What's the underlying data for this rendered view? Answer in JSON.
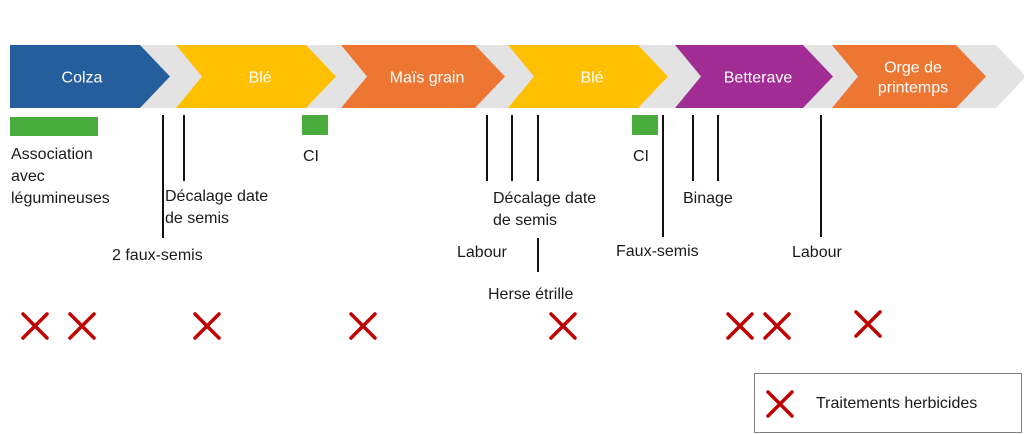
{
  "stages": [
    {
      "label": "Colza",
      "color": "#245e9c"
    },
    {
      "label": "Blé",
      "color": "#fec000"
    },
    {
      "label": "Maïs grain",
      "color": "#ec7632"
    },
    {
      "label": "Blé",
      "color": "#fec000"
    },
    {
      "label": "Betterave",
      "color": "#a12c93"
    },
    {
      "label": "Orge de\nprintemps",
      "color": "#ec7632"
    }
  ],
  "connector_color": "#e3e3e3",
  "practices": {
    "association": "Association\navec\nlégumineuses",
    "faux_semis_2": "2 faux-semis",
    "decalage_1": "Décalage date\nde semis",
    "ci_1": "CI",
    "labour_1": "Labour",
    "decalage_2": "Décalage date\nde semis",
    "herse": "Herse étrille",
    "ci_2": "CI",
    "faux_semis": "Faux-semis",
    "binage": "Binage",
    "labour_2": "Labour"
  },
  "herbicide_treatments_count": 9,
  "legend": {
    "label": "Traitements herbicides",
    "icon": "red-x-icon"
  },
  "marker_color": "#c00000",
  "cover_color": "#4aac3c"
}
